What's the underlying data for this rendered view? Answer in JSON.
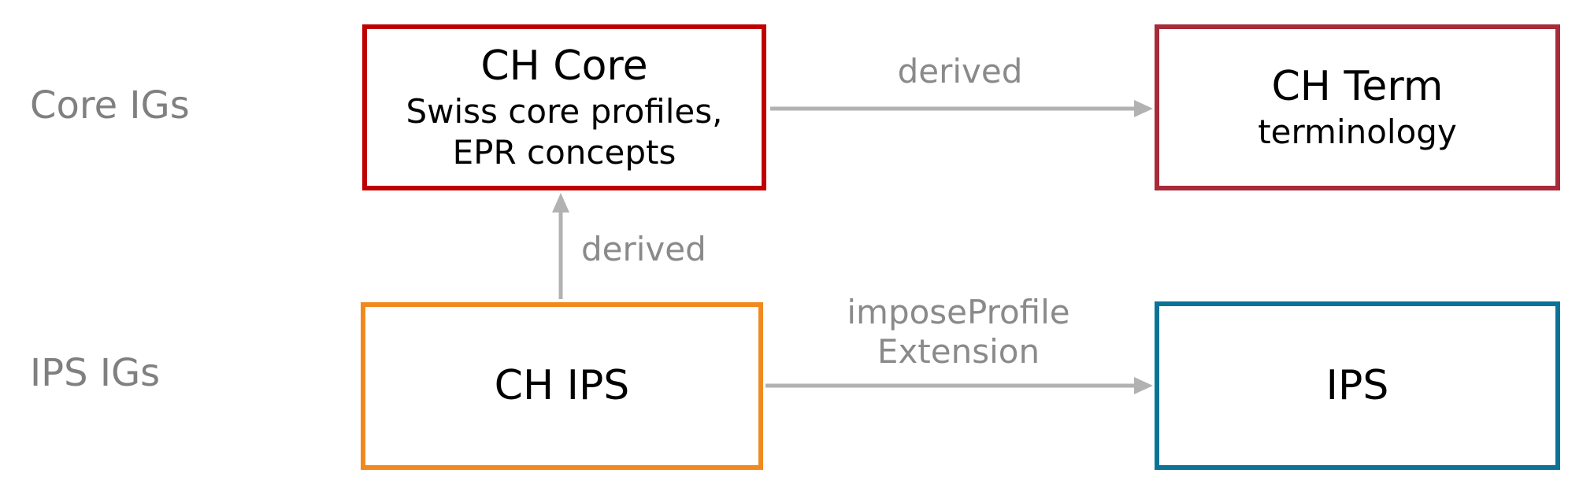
{
  "diagram": {
    "row_labels": [
      {
        "text": "Core IGs"
      },
      {
        "text": "IPS IGs"
      }
    ],
    "nodes": {
      "ch_core": {
        "title": "CH Core",
        "subtitle": "Swiss core profiles,\nEPR concepts",
        "border_color": "#C00000"
      },
      "ch_term": {
        "title": "CH Term",
        "subtitle": "terminology",
        "border_color": "#A72B38"
      },
      "ch_ips": {
        "title": "CH IPS",
        "border_color": "#F08A1E"
      },
      "ips": {
        "title": "IPS",
        "border_color": "#0B7397"
      }
    },
    "edges": {
      "core_to_term": {
        "from": "CH Core",
        "to": "CH Term",
        "label": "derived"
      },
      "chips_to_core": {
        "from": "CH IPS",
        "to": "CH Core",
        "label": "derived"
      },
      "chips_to_ips": {
        "from": "CH IPS",
        "to": "IPS",
        "label": "imposeProfile\nExtension"
      }
    },
    "colors": {
      "arrow": "#B2B2B2",
      "edge_label": "#8A8A8A",
      "row_label": "#808080",
      "node_text": "#000000",
      "background": "#FFFFFF"
    }
  }
}
